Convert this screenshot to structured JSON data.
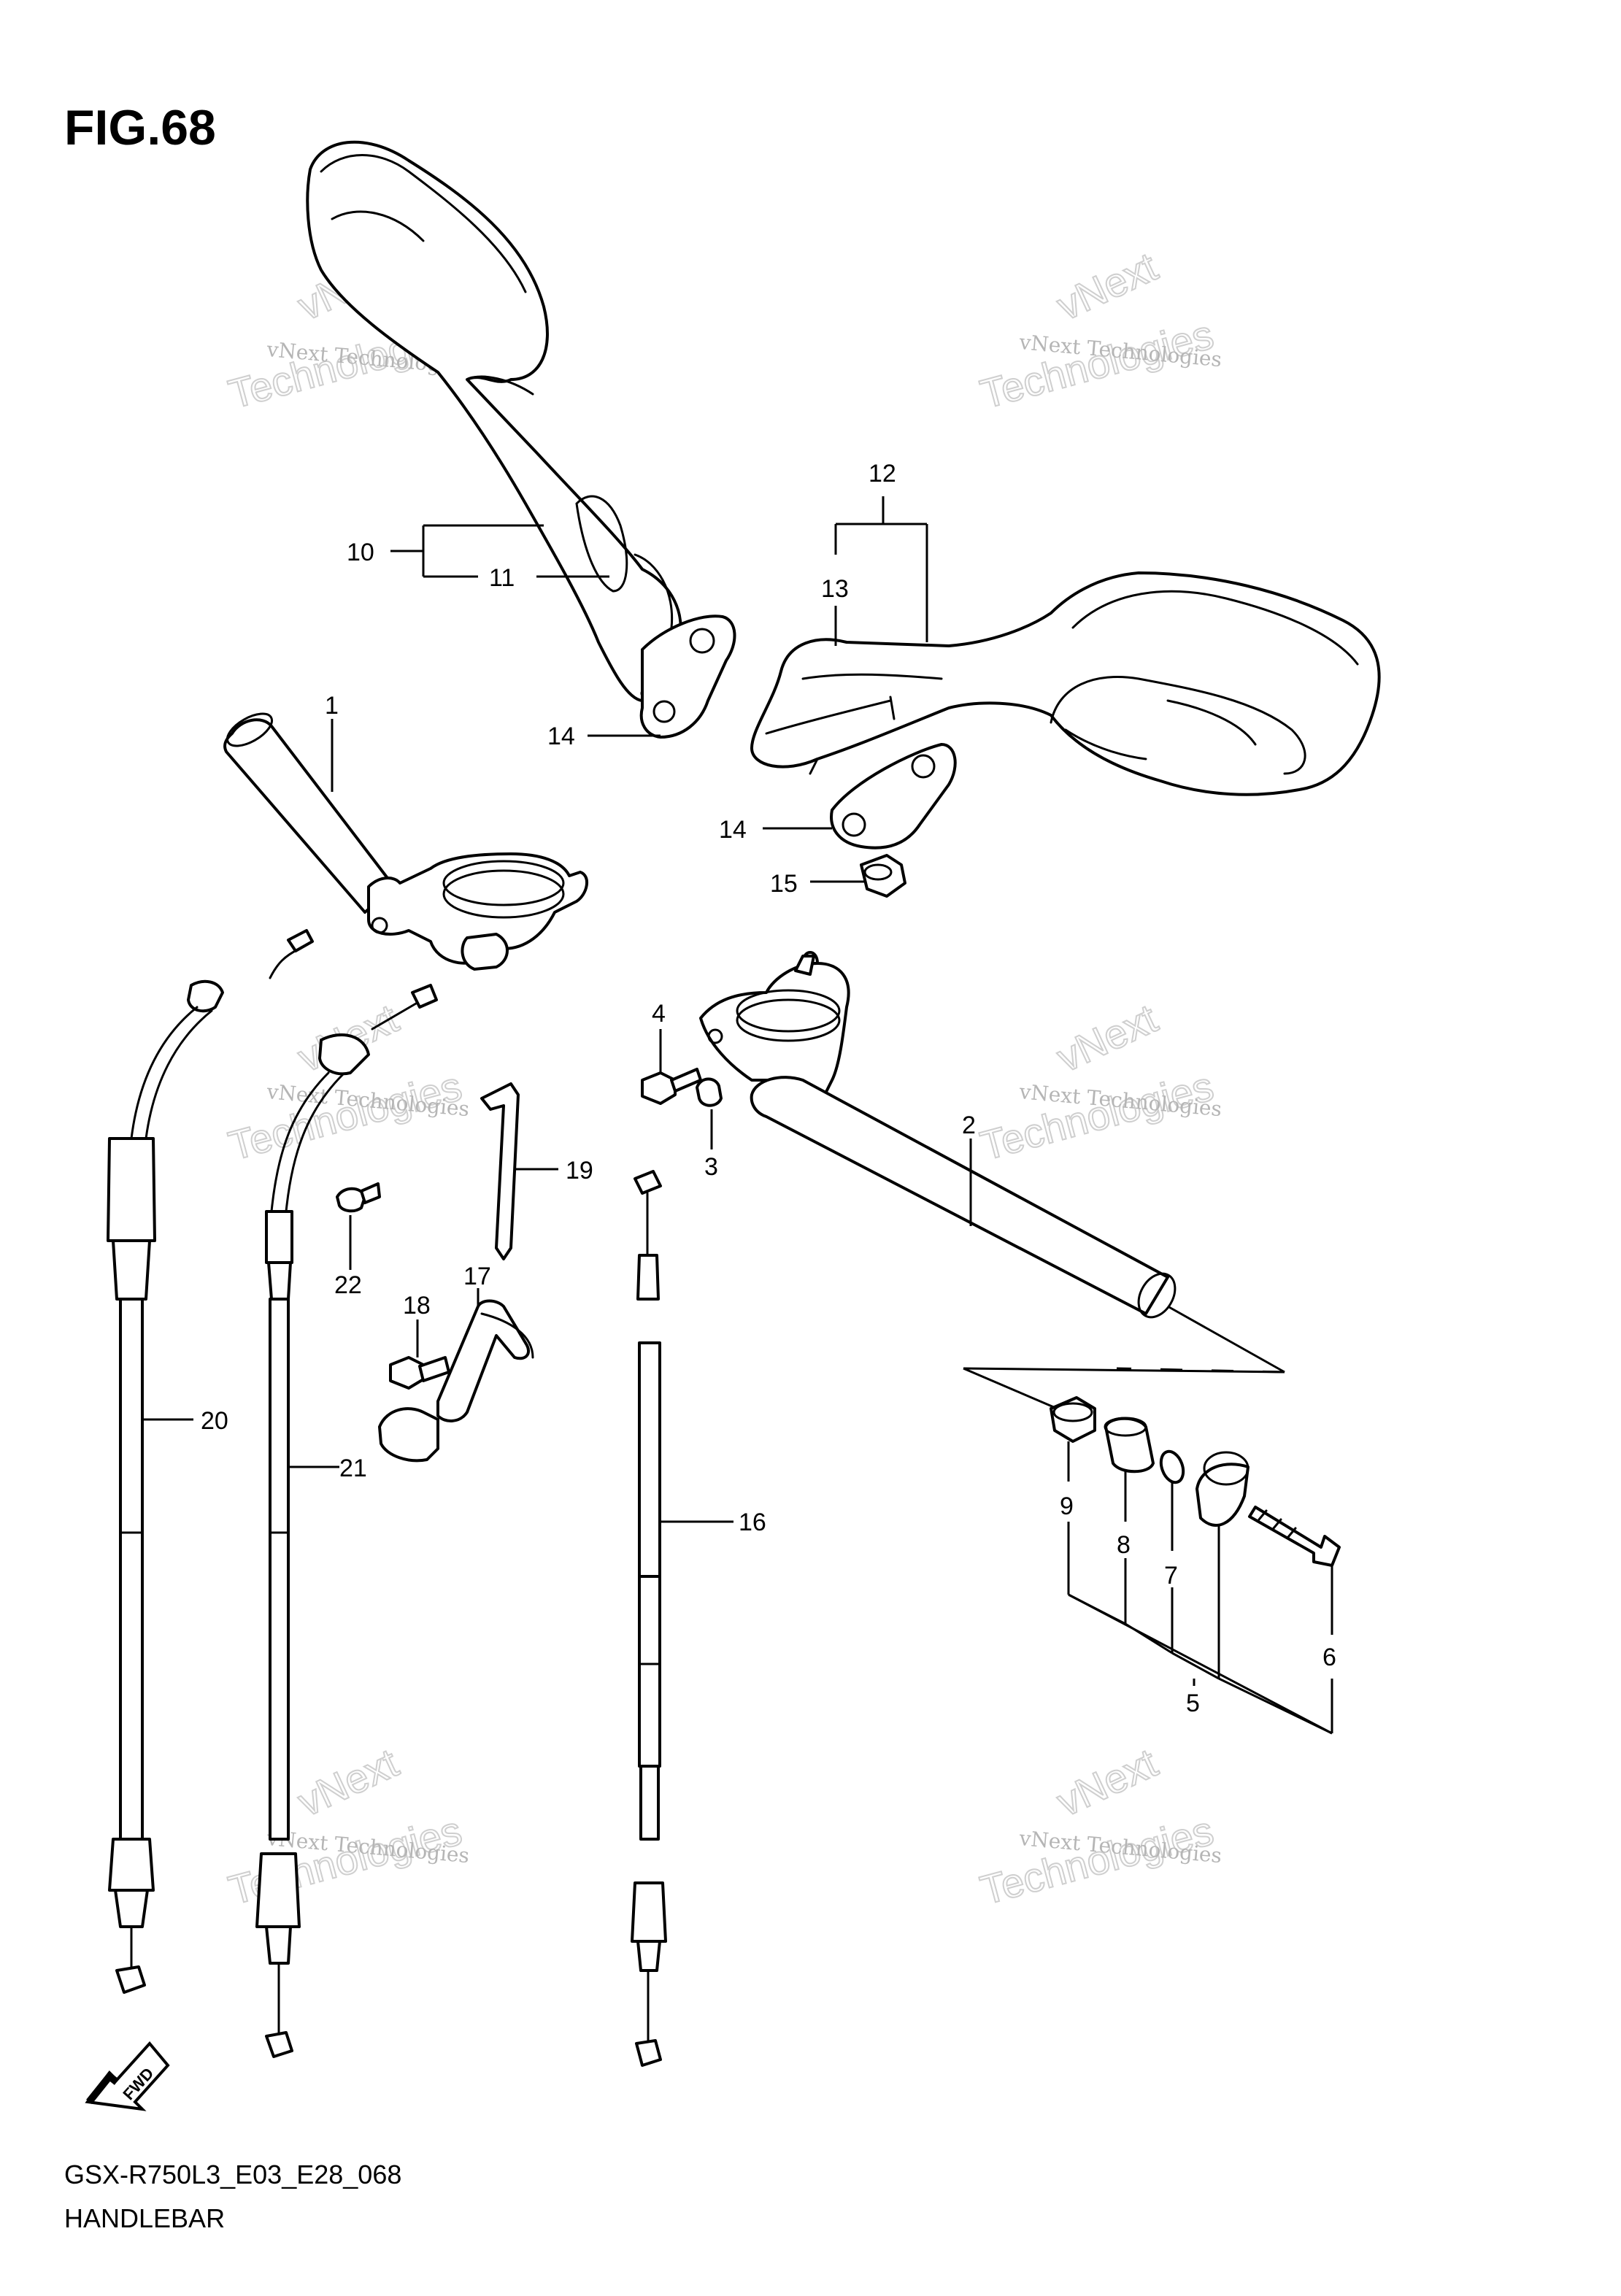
{
  "figure_title": "FIG.68",
  "footer": {
    "code": "GSX-R750L3_E03_E28_068",
    "name": "HANDLEBAR"
  },
  "fwd_label": "FWD",
  "watermark": {
    "line1": "vNext Technologies",
    "word1": "vNext",
    "word2": "Technologies"
  },
  "callouts": {
    "c1": "1",
    "c2": "2",
    "c3": "3",
    "c4": "4",
    "c5": "5",
    "c6": "6",
    "c7": "7",
    "c8": "8",
    "c9": "9",
    "c10": "10",
    "c11": "11",
    "c12": "12",
    "c13": "13",
    "c14a": "14",
    "c14b": "14",
    "c15": "15",
    "c16": "16",
    "c17": "17",
    "c18": "18",
    "c19": "19",
    "c20": "20",
    "c21": "21",
    "c22": "22"
  }
}
